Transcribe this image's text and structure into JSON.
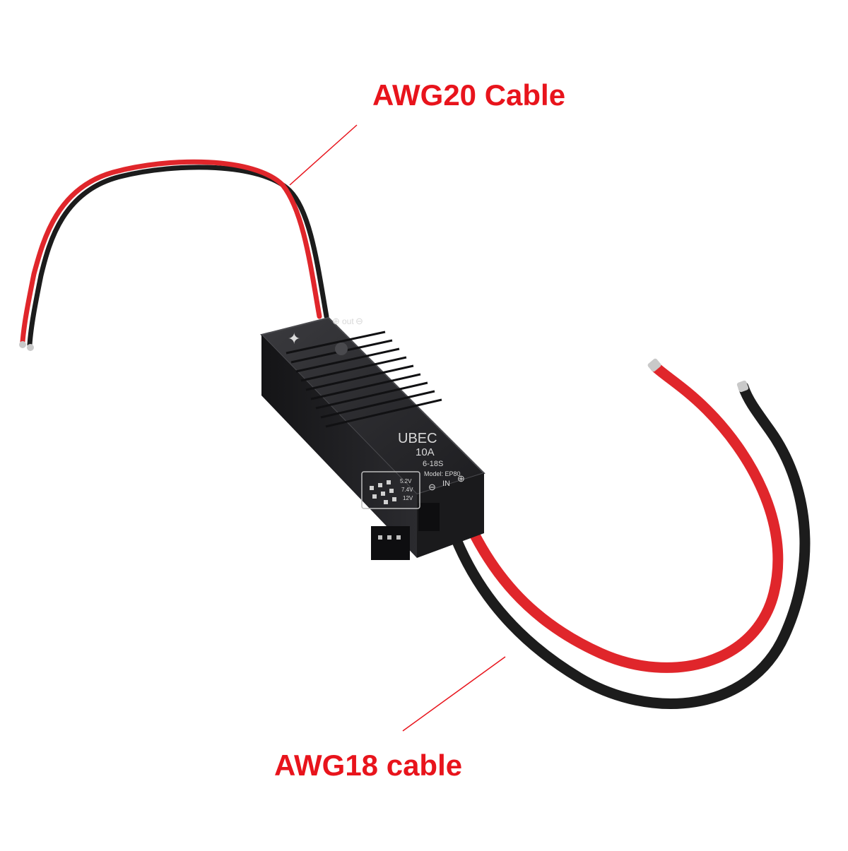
{
  "callouts": {
    "top_label": "AWG20 Cable",
    "bottom_label": "AWG18 cable",
    "color": "#e8141c"
  },
  "device": {
    "out_label": "out",
    "plus_symbol": "⊕",
    "minus_symbol": "⊖",
    "name": "UBEC",
    "current": "10A",
    "cells": "6-18S",
    "model": "Model: EP80",
    "in_label": "IN",
    "voltage_options": [
      "5.2V",
      "7.4V",
      "12V"
    ],
    "case_color": "#2a2a2d"
  },
  "wires": {
    "positive_color": "#e0262b",
    "negative_color": "#1c1c1c"
  }
}
